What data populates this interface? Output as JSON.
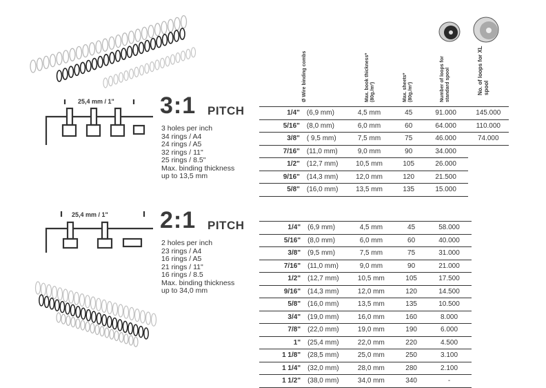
{
  "headers": {
    "comb": "Ø Wire binding combs",
    "thickness": "Max. book thickness* (80g./m²)",
    "sheets": "Max. sheets* (80g./m²)",
    "std_loops": "Number of loops for standard spool",
    "xl_loops": "No. of loops for XL spool"
  },
  "pitch31": {
    "ratio": "3:1",
    "word": "PITCH",
    "dimension": "25,4 mm / 1\"",
    "specs": [
      "3  holes per inch",
      "34 rings / A4",
      "24 rings / A5",
      "32 rings / 11\"",
      "25 rings / 8.5\"",
      "Max. binding thickness",
      "up to 13,5 mm"
    ],
    "rows": [
      {
        "size": "1/4\"",
        "mm": "(6,9 mm)",
        "thick": "4,5 mm",
        "sheets": "45",
        "std": "91.000",
        "xl": "145.000"
      },
      {
        "size": "5/16\"",
        "mm": "(8,0 mm)",
        "thick": "6,0 mm",
        "sheets": "60",
        "std": "64.000",
        "xl": "110.000"
      },
      {
        "size": "3/8\"",
        "mm": "( 9,5 mm)",
        "thick": "7,5 mm",
        "sheets": "75",
        "std": "46.000",
        "xl": "74.000"
      },
      {
        "size": "7/16\"",
        "mm": "(11,0 mm)",
        "thick": "9,0 mm",
        "sheets": "90",
        "std": "34.000",
        "xl": ""
      },
      {
        "size": "1/2\"",
        "mm": "(12,7 mm)",
        "thick": "10,5 mm",
        "sheets": "105",
        "std": "26.000",
        "xl": ""
      },
      {
        "size": "9/16\"",
        "mm": "(14,3 mm)",
        "thick": "12,0 mm",
        "sheets": "120",
        "std": "21.500",
        "xl": ""
      },
      {
        "size": "5/8\"",
        "mm": "(16,0 mm)",
        "thick": "13,5 mm",
        "sheets": "135",
        "std": "15.000",
        "xl": ""
      }
    ]
  },
  "pitch21": {
    "ratio": "2:1",
    "word": "PITCH",
    "dimension": "25,4 mm / 1\"",
    "specs": [
      "2 holes per inch",
      "23 rings  / A4",
      "16 rings / A5",
      "21 rings / 11\"",
      "16 rings / 8.5",
      "Max. binding thickness",
      "up to 34,0 mm"
    ],
    "rows": [
      {
        "size": "1/4\"",
        "mm": "(6,9 mm)",
        "thick": "4,5 mm",
        "sheets": "45",
        "std": "58.000"
      },
      {
        "size": "5/16\"",
        "mm": "(8,0 mm)",
        "thick": "6,0 mm",
        "sheets": "60",
        "std": "40.000"
      },
      {
        "size": "3/8\"",
        "mm": "(9,5 mm)",
        "thick": "7,5 mm",
        "sheets": "75",
        "std": "31.000"
      },
      {
        "size": "7/16\"",
        "mm": "(11,0 mm)",
        "thick": "9,0 mm",
        "sheets": "90",
        "std": "21.000"
      },
      {
        "size": "1/2\"",
        "mm": "(12,7 mm)",
        "thick": "10,5 mm",
        "sheets": "105",
        "std": "17.500"
      },
      {
        "size": "9/16\"",
        "mm": "(14,3 mm)",
        "thick": "12,0 mm",
        "sheets": "120",
        "std": "14.500"
      },
      {
        "size": "5/8\"",
        "mm": "(16,0 mm)",
        "thick": "13,5 mm",
        "sheets": "135",
        "std": "10.500"
      },
      {
        "size": "3/4\"",
        "mm": "(19,0 mm)",
        "thick": "16,0 mm",
        "sheets": "160",
        "std": "8.000"
      },
      {
        "size": "7/8\"",
        "mm": "(22,0 mm)",
        "thick": "19,0 mm",
        "sheets": "190",
        "std": "6.000"
      },
      {
        "size": "1\"",
        "mm": "(25,4 mm)",
        "thick": "22,0 mm",
        "sheets": "220",
        "std": "4.500"
      },
      {
        "size": "1 1/8\"",
        "mm": "(28,5 mm)",
        "thick": "25,0 mm",
        "sheets": "250",
        "std": "3.100"
      },
      {
        "size": "1 1/4\"",
        "mm": "(32,0 mm)",
        "thick": "28,0 mm",
        "sheets": "280",
        "std": "2.100"
      },
      {
        "size": "1 1/2\"",
        "mm": "(38,0 mm)",
        "thick": "34,0 mm",
        "sheets": "340",
        "std": "-"
      }
    ]
  },
  "icons": [
    "wire-comb-photo",
    "spool-icon",
    "xl-spool-icon",
    "pitch-diagram"
  ]
}
